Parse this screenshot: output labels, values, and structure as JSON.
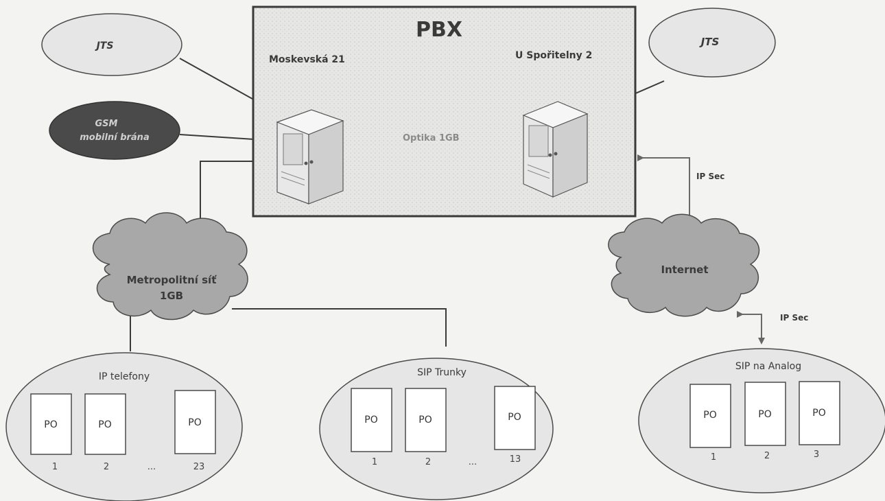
{
  "pbx": {
    "title": "PBX",
    "site_left": "Moskevská 21",
    "site_right": "U Spořitelny 2",
    "link_label": "Optika 1GB"
  },
  "jts_left": "JTS",
  "jts_right": "JTS",
  "gsm": {
    "line1": "GSM",
    "line2": "mobilní brána"
  },
  "metro": {
    "line1": "Metropolitní síť",
    "line2": "1GB"
  },
  "internet": "Internet",
  "ipsec_top": "IP Sec",
  "ipsec_bottom": "IP Sec",
  "groups": {
    "ip_phones": {
      "title": "IP telefony",
      "cards": [
        "PO",
        "PO",
        "PO"
      ],
      "numbers": [
        "1",
        "2",
        "...",
        "23"
      ]
    },
    "sip_trunks": {
      "title": "SIP Trunky",
      "cards": [
        "PO",
        "PO",
        "PO"
      ],
      "numbers": [
        "1",
        "2",
        "...",
        "13"
      ]
    },
    "sip_analog": {
      "title": "SIP na Analog",
      "cards": [
        "PO",
        "PO",
        "PO"
      ],
      "numbers": [
        "1",
        "2",
        "3"
      ]
    }
  },
  "colors": {
    "background": "#f3f3f1",
    "gsm_fill": "#4a4a4a",
    "cloud_fill": "#a8a8a8",
    "pbx_border": "#3a3a3a"
  }
}
